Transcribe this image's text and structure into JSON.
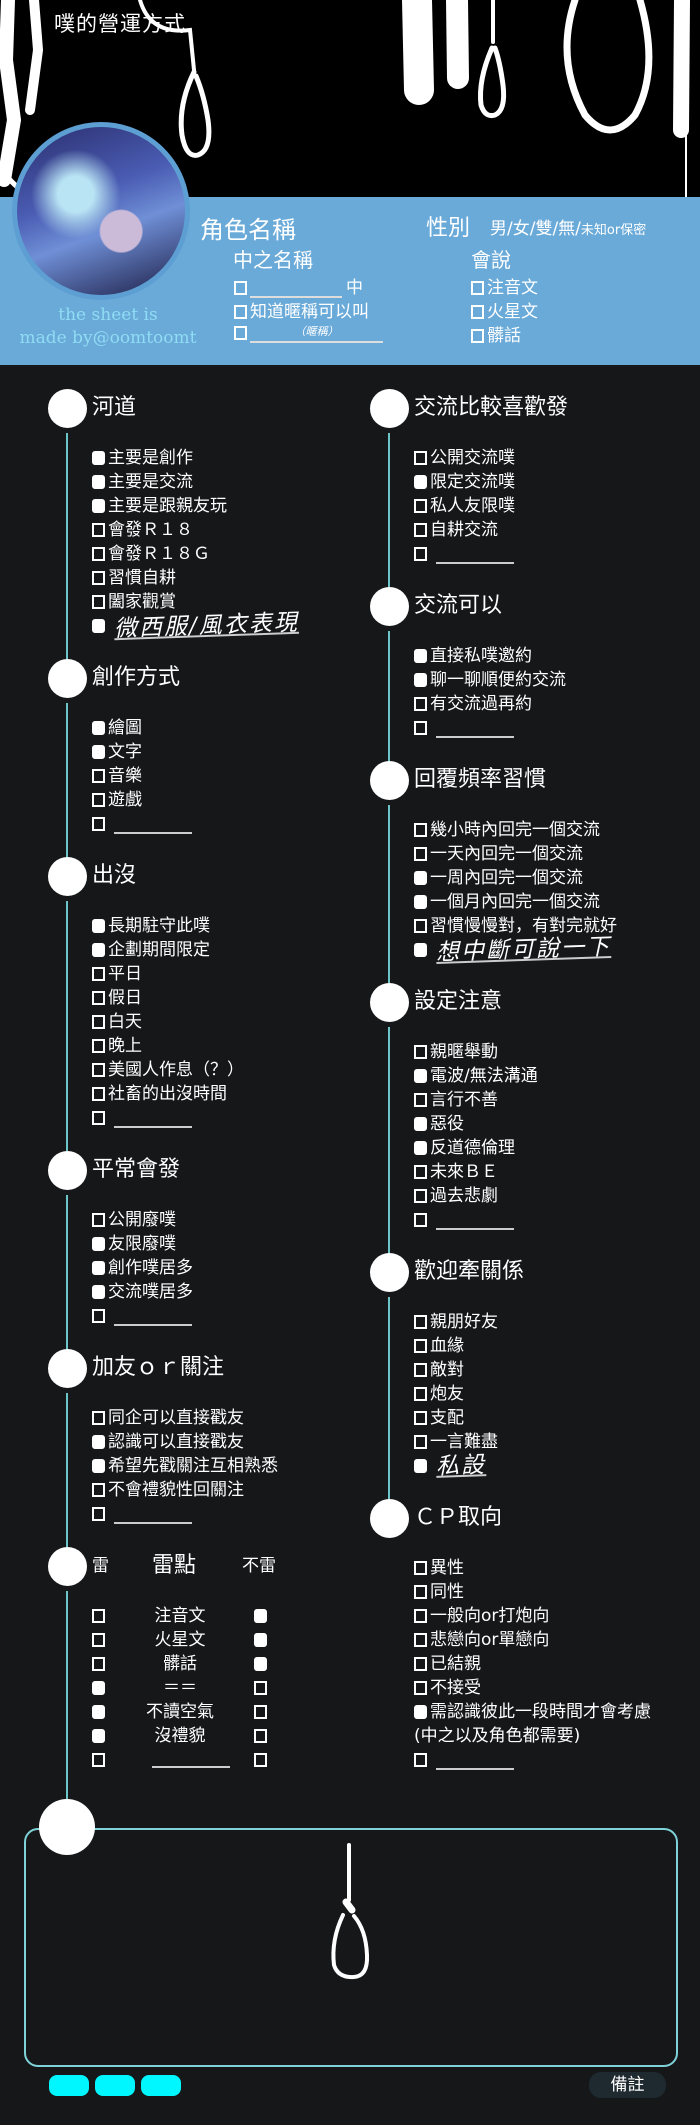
{
  "header": {
    "title": "噗的營運方式"
  },
  "profile": {
    "character_name_label": "角色名稱",
    "gender_label": "性別",
    "gender_options": "男/女/雙/無/",
    "gender_options_small": "未知or保密",
    "player_name_label": "中之名稱",
    "player_name_suffix": "中",
    "nickname_option": "知道暱稱可以叫",
    "nickname_hint": "（暱稱）",
    "speaks_label": "會說",
    "speaks_options": [
      {
        "label": "注音文",
        "checked": false
      },
      {
        "label": "火星文",
        "checked": false
      },
      {
        "label": "髒話",
        "checked": false
      }
    ],
    "credit_line1": "the sheet is",
    "credit_line2": "made by@oomtoomt"
  },
  "left_sections": [
    {
      "title": "河道",
      "items": [
        {
          "label": "主要是創作",
          "checked": true
        },
        {
          "label": "主要是交流",
          "checked": true
        },
        {
          "label": "主要是跟親友玩",
          "checked": true
        },
        {
          "label": "會發Ｒ１８",
          "checked": false
        },
        {
          "label": "會發Ｒ１８Ｇ",
          "checked": false
        },
        {
          "label": "習慣自耕",
          "checked": false
        },
        {
          "label": "闔家觀賞",
          "checked": false
        },
        {
          "label": "微西服/風衣表現",
          "checked": true,
          "handwritten": true
        }
      ]
    },
    {
      "title": "創作方式",
      "items": [
        {
          "label": "繪圖",
          "checked": true
        },
        {
          "label": "文字",
          "checked": true
        },
        {
          "label": "音樂",
          "checked": false
        },
        {
          "label": "遊戲",
          "checked": false
        },
        {
          "label": "",
          "checked": false,
          "blank": true
        }
      ]
    },
    {
      "title": "出沒",
      "items": [
        {
          "label": "長期駐守此噗",
          "checked": true
        },
        {
          "label": "企劃期間限定",
          "checked": true
        },
        {
          "label": "平日",
          "checked": false
        },
        {
          "label": "假日",
          "checked": false
        },
        {
          "label": "白天",
          "checked": false
        },
        {
          "label": "晚上",
          "checked": false
        },
        {
          "label": "美國人作息（？）",
          "checked": false
        },
        {
          "label": "社畜的出沒時間",
          "checked": false
        },
        {
          "label": "",
          "checked": false,
          "blank": true
        }
      ]
    },
    {
      "title": "平常會發",
      "items": [
        {
          "label": "公開廢噗",
          "checked": false
        },
        {
          "label": "友限廢噗",
          "checked": true
        },
        {
          "label": "創作噗居多",
          "checked": true
        },
        {
          "label": "交流噗居多",
          "checked": true
        },
        {
          "label": "",
          "checked": false,
          "blank": true
        }
      ]
    },
    {
      "title": "加友ｏｒ關注",
      "items": [
        {
          "label": "同企可以直接戳友",
          "checked": false
        },
        {
          "label": "認識可以直接戳友",
          "checked": true
        },
        {
          "label": "希望先戳關注互相熟悉",
          "checked": true
        },
        {
          "label": "不會禮貌性回關注",
          "checked": false
        },
        {
          "label": "",
          "checked": false,
          "blank": true
        }
      ]
    }
  ],
  "thunder": {
    "col_thunder": "雷",
    "title": "雷點",
    "col_not": "不雷",
    "rows": [
      {
        "label": "注音文",
        "thunder": false,
        "not": true
      },
      {
        "label": "火星文",
        "thunder": false,
        "not": true
      },
      {
        "label": "髒話",
        "thunder": false,
        "not": true
      },
      {
        "label": "＝＝",
        "thunder": true,
        "not": false
      },
      {
        "label": "不讀空氣",
        "thunder": true,
        "not": false
      },
      {
        "label": "沒禮貌",
        "thunder": true,
        "not": false
      },
      {
        "label": "",
        "thunder": false,
        "not": false,
        "blank": true
      }
    ]
  },
  "right_sections": [
    {
      "title": "交流比較喜歡發",
      "items": [
        {
          "label": "公開交流噗",
          "checked": false
        },
        {
          "label": "限定交流噗",
          "checked": true
        },
        {
          "label": "私人友限噗",
          "checked": false
        },
        {
          "label": "自耕交流",
          "checked": false
        },
        {
          "label": "",
          "checked": false,
          "blank": true
        }
      ]
    },
    {
      "title": "交流可以",
      "items": [
        {
          "label": "直接私噗邀約",
          "checked": true
        },
        {
          "label": "聊一聊順便約交流",
          "checked": true
        },
        {
          "label": "有交流過再約",
          "checked": false
        },
        {
          "label": "",
          "checked": false,
          "blank": true
        }
      ]
    },
    {
      "title": "回覆頻率習慣",
      "items": [
        {
          "label": "幾小時內回完一個交流",
          "checked": false
        },
        {
          "label": "一天內回完一個交流",
          "checked": false
        },
        {
          "label": "一周內回完一個交流",
          "checked": true
        },
        {
          "label": "一個月內回完一個交流",
          "checked": true
        },
        {
          "label": "習慣慢慢對，有對完就好",
          "checked": false
        },
        {
          "label": "想中斷可說一下",
          "checked": true,
          "handwritten": true
        }
      ]
    },
    {
      "title": "設定注意",
      "items": [
        {
          "label": "親暱舉動",
          "checked": false
        },
        {
          "label": "電波/無法溝通",
          "checked": true
        },
        {
          "label": "言行不善",
          "checked": false
        },
        {
          "label": "惡役",
          "checked": true
        },
        {
          "label": "反道德倫理",
          "checked": true
        },
        {
          "label": "未來ＢＥ",
          "checked": false
        },
        {
          "label": "過去悲劇",
          "checked": false
        },
        {
          "label": "",
          "checked": false,
          "blank": true
        }
      ]
    },
    {
      "title": "歡迎牽關係",
      "items": [
        {
          "label": "親朋好友",
          "checked": false
        },
        {
          "label": "血緣",
          "checked": false
        },
        {
          "label": "敵對",
          "checked": false
        },
        {
          "label": "炮友",
          "checked": false
        },
        {
          "label": "支配",
          "checked": false
        },
        {
          "label": "一言難盡",
          "checked": false
        },
        {
          "label": "私設",
          "checked": true,
          "handwritten": true
        }
      ]
    },
    {
      "title": "ＣＰ取向",
      "items": [
        {
          "label": "異性",
          "checked": false
        },
        {
          "label": "同性",
          "checked": false
        },
        {
          "label": "一般向or打炮向",
          "checked": false
        },
        {
          "label": "悲戀向or單戀向",
          "checked": false
        },
        {
          "label": "已結親",
          "checked": false
        },
        {
          "label": "不接受",
          "checked": false
        },
        {
          "label": "需認識彼此一段時間才會考慮",
          "checked": true
        },
        {
          "label": "(中之以及角色都需要)",
          "no_checkbox": true
        },
        {
          "label": "",
          "checked": false,
          "blank": true
        }
      ]
    }
  ],
  "notes": {
    "label": "備註"
  }
}
